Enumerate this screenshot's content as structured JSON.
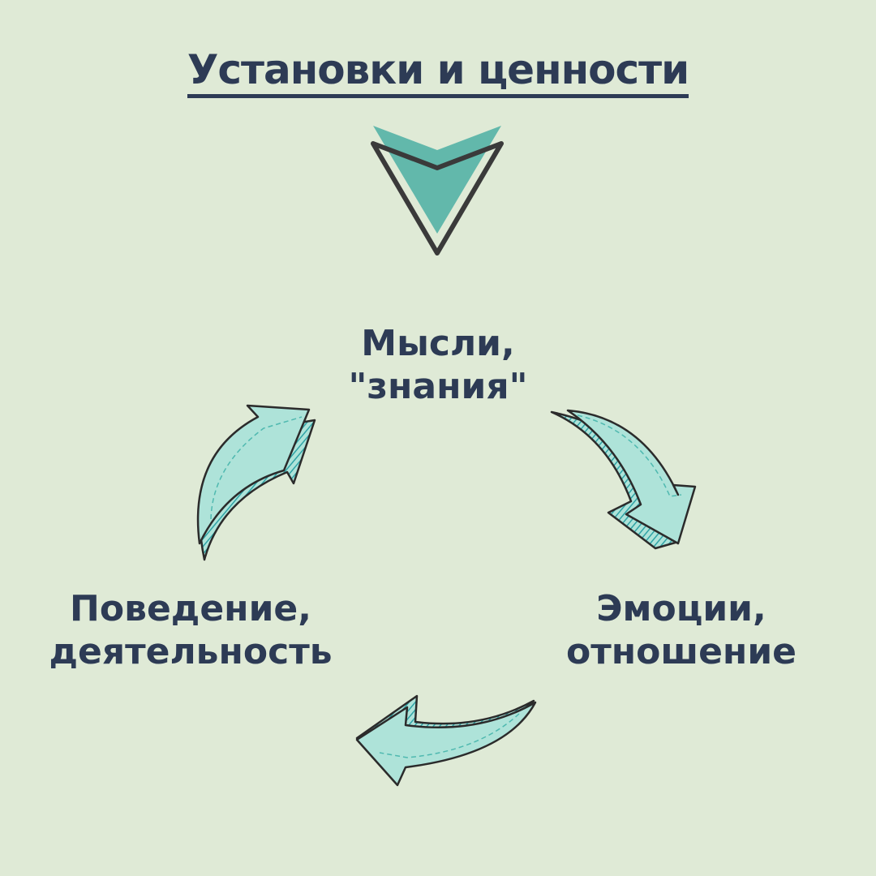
{
  "title": "Установки и ценности",
  "nodes": {
    "thoughts": {
      "line1": "Мысли,",
      "line2": "\"знания\""
    },
    "emotions": {
      "line1": "Эмоции,",
      "line2": "отношение"
    },
    "behavior": {
      "line1": "Поведение,",
      "line2": "деятельность"
    }
  },
  "icons": {
    "down": "chevron-down-triangle-icon",
    "arrows": [
      "curved-arrow-icon",
      "curved-arrow-icon",
      "curved-arrow-icon"
    ]
  },
  "colors": {
    "background": "#dfead6",
    "text": "#2d3b55",
    "teal": "#62b8ab",
    "arrow_fill": "#aee3d9",
    "arrow_hatch": "#3fb8b7",
    "outline": "#2b2b2b"
  }
}
